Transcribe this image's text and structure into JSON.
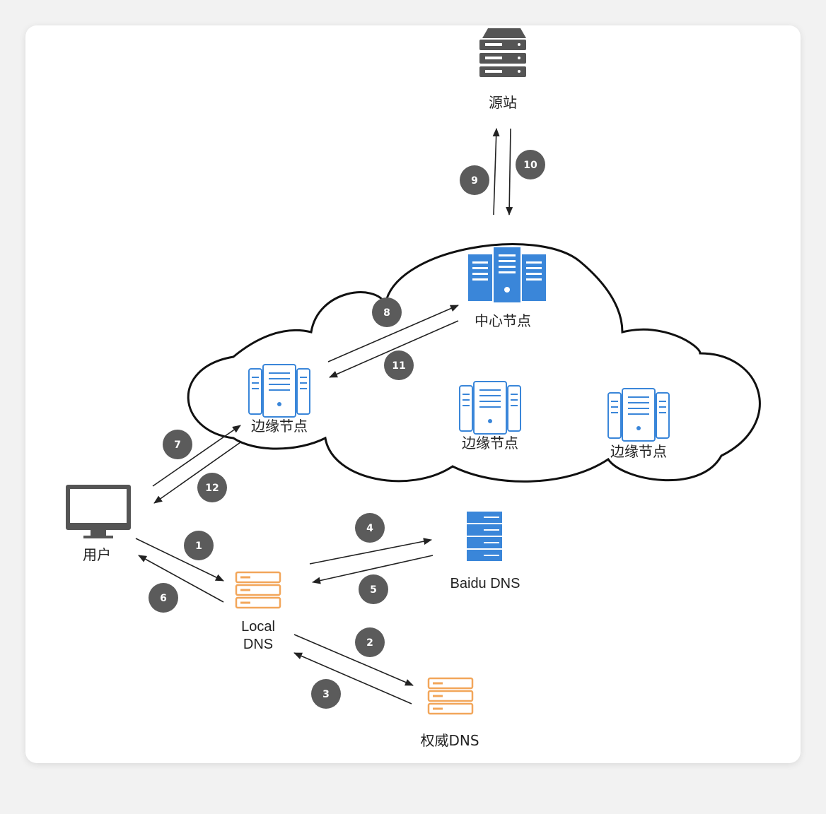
{
  "nodes": {
    "origin": "源站",
    "center": "中心节点",
    "edge1": "边缘节点",
    "edge2": "边缘节点",
    "edge3": "边缘节点",
    "user": "用户",
    "local_dns_line1": "Local",
    "local_dns_line2": "DNS",
    "baidu_dns": "Baidu DNS",
    "auth_dns": "权威DNS"
  },
  "steps": [
    "1",
    "2",
    "3",
    "4",
    "5",
    "6",
    "7",
    "8",
    "9",
    "10",
    "11",
    "12"
  ],
  "colors": {
    "blue": "#3a86d9",
    "orange": "#f2a65a",
    "gray_server": "#555555",
    "badge": "#5b5b5b"
  },
  "icons": {
    "origin": "server-rack-icon",
    "center": "datacenter-server-icon",
    "edge": "edge-server-icon",
    "user": "monitor-icon",
    "local_dns": "server-stack-icon",
    "baidu_dns": "server-stack-icon",
    "auth_dns": "server-stack-icon"
  }
}
